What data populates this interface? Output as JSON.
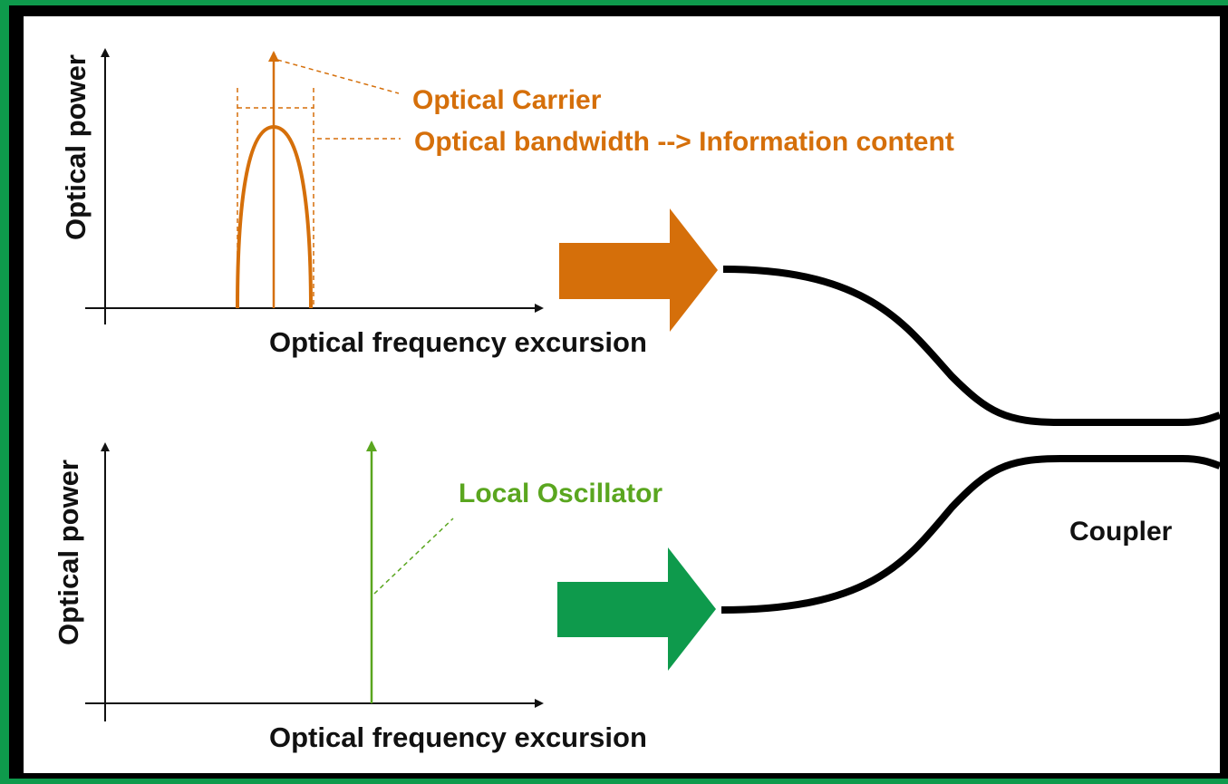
{
  "colors": {
    "border": "#0e9a4c",
    "signal": "#d56f0a",
    "local_oscillator": "#5aa61f",
    "lo_arrow": "#0e9a4c",
    "fiber": "#000000"
  },
  "top_plot": {
    "y_axis_label": "Optical power",
    "x_axis_label": "Optical frequency excursion",
    "carrier_label": "Optical Carrier",
    "bandwidth_label": "Optical bandwidth --> Information content"
  },
  "bottom_plot": {
    "y_axis_label": "Optical power",
    "x_axis_label": "Optical frequency excursion",
    "lo_label": "Local Oscillator"
  },
  "coupler": {
    "label": "Coupler"
  }
}
